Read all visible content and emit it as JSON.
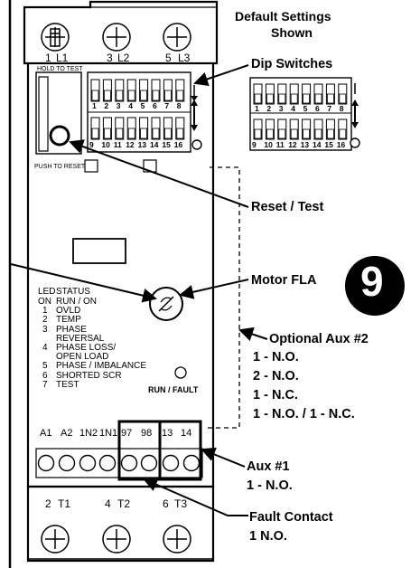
{
  "top_terminals": [
    {
      "num": "1",
      "label": "L1"
    },
    {
      "num": "3",
      "label": "L2"
    },
    {
      "num": "5",
      "label": "L3"
    }
  ],
  "bottom_terminals": [
    {
      "num": "2",
      "label": "T1"
    },
    {
      "num": "4",
      "label": "T2"
    },
    {
      "num": "6",
      "label": "T3"
    }
  ],
  "labels": {
    "hold_to_test": "HOLD TO TEST",
    "push_to_reset": "PUSH TO RESET",
    "run_fault": "RUN / FAULT",
    "default_settings_1": "Default Settings",
    "default_settings_2": "Shown",
    "dip_switches": "Dip Switches",
    "reset_test": "Reset / Test",
    "motor_fla": "Motor FLA",
    "step_number": "9",
    "optional_aux": "Optional Aux #2",
    "opt_1": "1 - N.O.",
    "opt_2": "2 - N.O.",
    "opt_3": "1 - N.C.",
    "opt_4": "1 - N.O. / 1 - N.C.",
    "aux1": "Aux #1",
    "aux1_sub": "1 - N.O.",
    "fault_contact": "Fault Contact",
    "fault_contact_sub": "1 N.O."
  },
  "dip_top_numbers": [
    "1",
    "2",
    "3",
    "4",
    "5",
    "6",
    "7",
    "8"
  ],
  "dip_bottom_numbers": [
    "9",
    "10",
    "11",
    "12",
    "13",
    "14",
    "15",
    "16"
  ],
  "led_table": {
    "col1_header": "LED",
    "col2_header": "STATUS",
    "rows": [
      {
        "led": "ON",
        "status": "RUN / ON"
      },
      {
        "led": "1",
        "status": "OVLD"
      },
      {
        "led": "2",
        "status": "TEMP"
      },
      {
        "led": "3",
        "status": "PHASE"
      },
      {
        "led": "",
        "status": "REVERSAL"
      },
      {
        "led": "4",
        "status": "PHASE LOSS/"
      },
      {
        "led": "",
        "status": "OPEN LOAD"
      },
      {
        "led": "5",
        "status": "PHASE / IMBALANCE"
      },
      {
        "led": "6",
        "status": "SHORTED SCR"
      },
      {
        "led": "7",
        "status": "TEST"
      }
    ]
  },
  "control_terminals": [
    "A1",
    "A2",
    "1N2",
    "1N1",
    "97",
    "98",
    "13",
    "14"
  ]
}
